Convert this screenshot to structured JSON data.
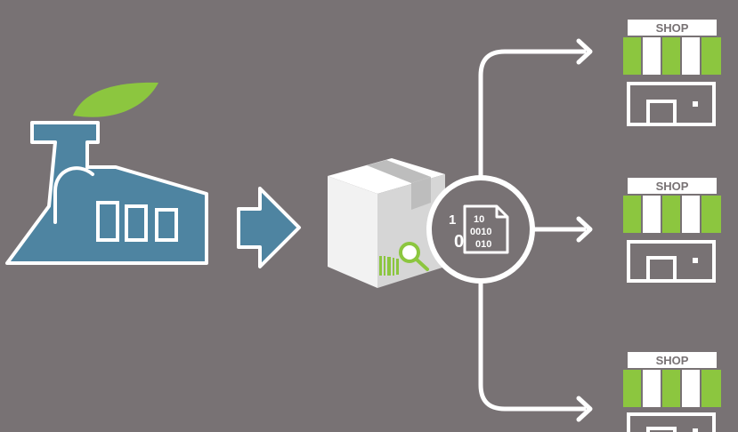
{
  "colors": {
    "background": "#787274",
    "factory_blue": "#4e84a1",
    "leaf_green": "#8cc63f",
    "outline_white": "#ffffff",
    "box_face": "#f2f2f2",
    "box_shadow": "#d6d6d6"
  },
  "icons": {
    "factory": "factory-icon",
    "leaf": "leaf-icon",
    "arrow": "arrow-right-icon",
    "package": "package-icon",
    "barcode": "barcode-icon",
    "magnifier": "magnifier-icon",
    "data_document": "data-document-icon",
    "shop": "shop-icon"
  },
  "binary": {
    "big_one": "1",
    "big_zero": "0",
    "line1": "10",
    "line2": "0010",
    "line3": "010"
  },
  "shops": [
    {
      "label": "SHOP"
    },
    {
      "label": "SHOP"
    },
    {
      "label": "SHOP"
    }
  ]
}
